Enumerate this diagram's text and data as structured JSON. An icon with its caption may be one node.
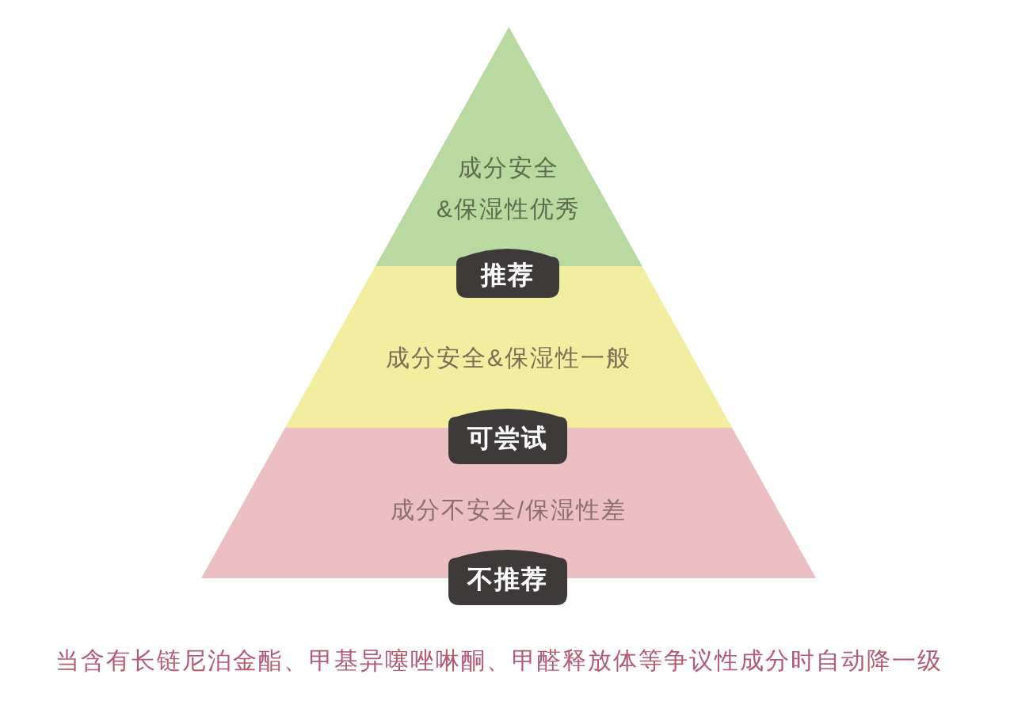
{
  "diagram": {
    "nodes": [
      {
        "text": [
          "成分安全&保湿性优秀"
        ]
      },
      {
        "text": [
          "推荐"
        ]
      },
      {
        "text": [
          "成分安全&保湿性一般"
        ]
      },
      {
        "text": [
          "可尝试"
        ]
      },
      {
        "text": [
          "成分不安全/保湿性差"
        ]
      },
      {
        "text": [
          "不推荐"
        ]
      }
    ],
    "caption": "当含有长链尼泊金酯、甲基异噻唑啉酮、甲醛释放体等争议性成分时自动降一级"
  }
}
